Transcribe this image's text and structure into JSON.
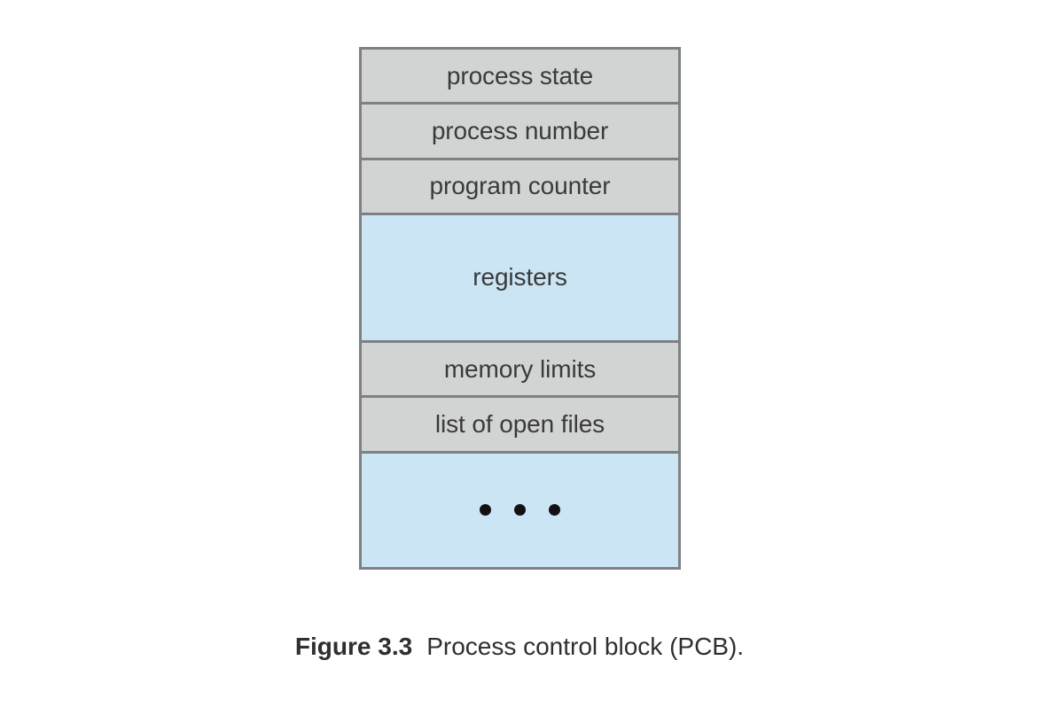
{
  "figure": {
    "caption_label": "Figure 3.3",
    "caption_text": "Process control block (PCB).",
    "colors": {
      "fill_gray": "#d2d4d3",
      "fill_blue": "#cbe5f5",
      "border": "#7e8183",
      "text": "#3a3a3a",
      "dot": "#111111",
      "background": "#ffffff"
    },
    "rows": [
      {
        "label": "process state",
        "fill": "gray",
        "size": "short"
      },
      {
        "label": "process number",
        "fill": "gray",
        "size": "short"
      },
      {
        "label": "program counter",
        "fill": "gray",
        "size": "short"
      },
      {
        "label": "registers",
        "fill": "blue",
        "size": "tall"
      },
      {
        "label": "memory limits",
        "fill": "gray",
        "size": "short"
      },
      {
        "label": "list of open files",
        "fill": "gray",
        "size": "short"
      },
      {
        "label": "",
        "fill": "blue",
        "size": "last",
        "ellipsis": true,
        "dot_count": 3
      }
    ]
  }
}
